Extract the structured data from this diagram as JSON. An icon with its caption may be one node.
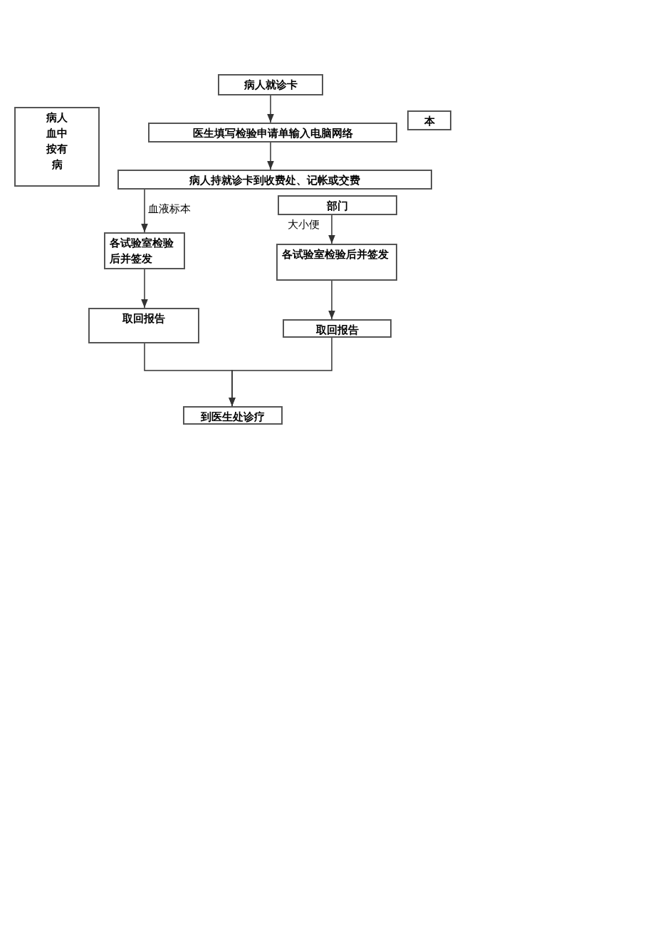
{
  "diagram": {
    "nodes": [
      {
        "text": [
          "病人就诊卡"
        ]
      },
      {
        "text": [
          "病人",
          "血中",
          "按有",
          "病"
        ]
      },
      {
        "text": [
          "本"
        ]
      },
      {
        "text": [
          "医生填写检验申请单输入电脑网络"
        ]
      },
      {
        "text": [
          "病人持就诊卡到收费处、记帐或交费"
        ]
      },
      {
        "text": [
          "部门"
        ]
      },
      {
        "text": [
          "各试验室检验后并签发"
        ]
      },
      {
        "text": [
          "各试验室检验后并签发"
        ]
      },
      {
        "text": [
          "取回报告"
        ]
      },
      {
        "text": [
          "取回报告"
        ]
      },
      {
        "text": [
          "到医生处诊疗"
        ]
      }
    ],
    "edges": [
      {
        "from": 0,
        "to": 3,
        "arrow": "to"
      },
      {
        "from": 3,
        "to": 4,
        "arrow": "to"
      },
      {
        "from": 4,
        "to": 6,
        "arrow": "to",
        "label": "血液标本"
      },
      {
        "from": 5,
        "to": 7,
        "arrow": "to",
        "label": "大小便"
      },
      {
        "from": 6,
        "to": 8,
        "arrow": "to"
      },
      {
        "from": 7,
        "to": 9,
        "arrow": "to"
      },
      {
        "from": 8,
        "to": 10,
        "arrow": "to"
      },
      {
        "from": 9,
        "to": 10,
        "arrow": "to"
      }
    ]
  }
}
